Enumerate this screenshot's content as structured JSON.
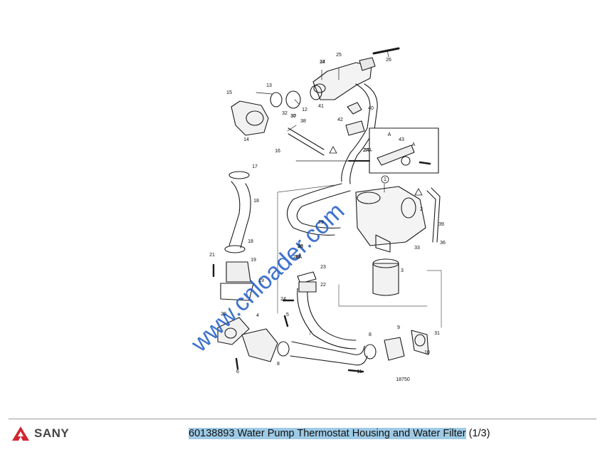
{
  "brand": {
    "name": "SANY",
    "accent": "#d22630"
  },
  "caption": {
    "title": "60138893 Water Pump Thermostat Housing and Water Filter",
    "page": "(1/3)"
  },
  "watermark": "www.cnloader.com",
  "figure_number": "18750",
  "callouts": [
    "1",
    "2",
    "3",
    "4",
    "5",
    "6",
    "7",
    "8",
    "8",
    "9",
    "10",
    "11",
    "12",
    "13",
    "14",
    "15",
    "16",
    "17",
    "18",
    "18",
    "19",
    "19",
    "20",
    "21",
    "22",
    "23",
    "24",
    "25",
    "26",
    "27",
    "27A",
    "28",
    "28A",
    "29",
    "30",
    "31",
    "32",
    "33",
    "34",
    "34",
    "35",
    "35",
    "36",
    "37",
    "38",
    "39",
    "40",
    "41",
    "42",
    "43",
    "A",
    "A"
  ]
}
